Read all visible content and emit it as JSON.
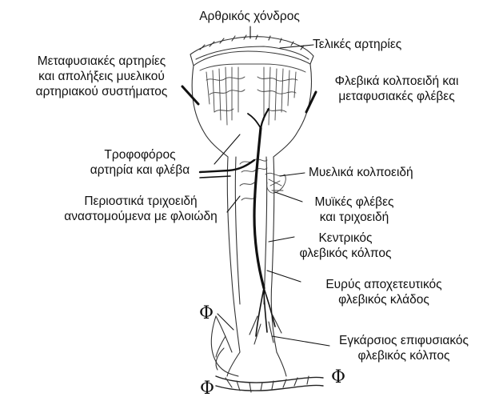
{
  "labels": {
    "articular_cartilage": "Αρθρικός χόνδρος",
    "terminal_arteries": "Τελικές αρτηρίες",
    "metaphyseal_arteries_1": "Μεταφυσιακές αρτηρίες",
    "metaphyseal_arteries_2": "και απολήξεις μυελικού",
    "metaphyseal_arteries_3": "αρτηριακού συστήματος",
    "venous_sinusoids_1": "Φλεβικά κολποειδή και",
    "venous_sinusoids_2": "μεταφυσιακές φλέβες",
    "nutrient_1": "Τροφοφόρος",
    "nutrient_2": "αρτηρία και φλέβα",
    "medullary_sinusoids": "Μυελικά κολποειδή",
    "periosteal_1": "Περιοστικά τριχοειδή",
    "periosteal_2": "αναστομούμενα με φλοιώδη",
    "muscle_veins_1": "Μυϊκές φλέβες",
    "muscle_veins_2": "και τριχοειδή",
    "central_sinus_1": "Κεντρικός",
    "central_sinus_2": "φλεβικός κόλπος",
    "draining_branch_1": "Ευρύς αποχετευτικός",
    "draining_branch_2": "φλεβικός κλάδος",
    "transverse_sinus_1": "Εγκάρσιος επιφυσιακός",
    "transverse_sinus_2": "φλεβικός κόλπος"
  },
  "phi_markers": [
    "Φ",
    "Φ",
    "Φ"
  ]
}
